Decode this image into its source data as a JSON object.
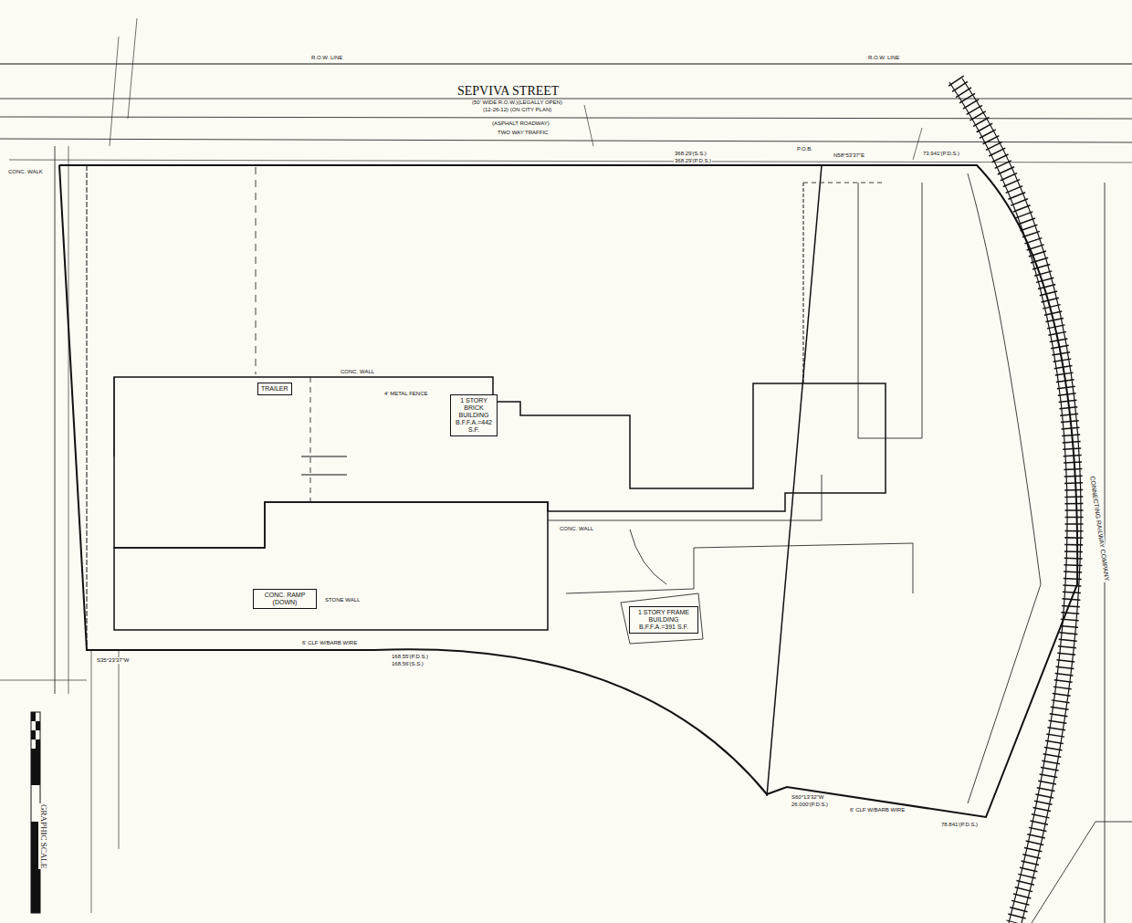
{
  "diagram": {
    "nodes": [
      {
        "text": [
          "1 STORY BRICK BUILDING",
          "B.F.F.A.=442 S.F."
        ]
      },
      {
        "text": [
          "1 STORY FRAME BUILDING",
          "B.F.F.A.=391 S.F."
        ]
      },
      {
        "text": [
          "TRAILER"
        ]
      },
      {
        "text": [
          "CONC. RAMP (DOWN)"
        ]
      }
    ],
    "labels": [
      "SEPVIVA STREET",
      "(50' WIDE R.O.W.)(LEGALLY OPEN)",
      "(12-26-12) (ON CITY PLAN)",
      "(ASPHALT ROADWAY)",
      "TWO WAY TRAFFIC",
      "R.O.W. LINE",
      "R.O.W. LINE",
      "P.O.B.",
      "N58°53'37\"E",
      "368.29'(S.S.)",
      "368.29'(P.D.S.)",
      "73.941'(P.D.S.)",
      "168.55'(P.D.S.)",
      "168.56'(S.S.)",
      "S60°13'32\"W",
      "26.000'(P.D.S.)",
      "78.841'(P.D.S.)",
      "6' CLF W/BARB WIRE",
      "6' CLF W/BARB WIRE",
      "CONC. WALL",
      "CONC. WALL",
      "STONE WALL",
      "GRAPHIC SCALE",
      "CONNECTING RAILWAY COMPANY",
      "CONC. WALK",
      "4' METAL FENCE",
      "S35°23'37\"W"
    ]
  }
}
